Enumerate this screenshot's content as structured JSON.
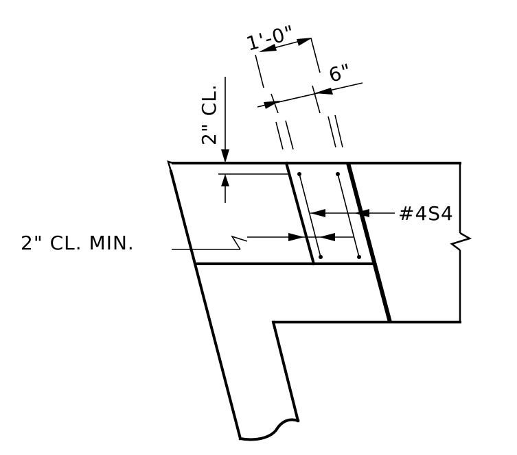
{
  "labels": {
    "stirrup_spacing": "1'-0\"",
    "end_distance": "6\"",
    "top_clear": "2\" CL.",
    "bar_mark": "#4S4",
    "side_clear": "2\" CL. MIN."
  },
  "colors": {
    "line": "#000000",
    "background": "#ffffff"
  }
}
